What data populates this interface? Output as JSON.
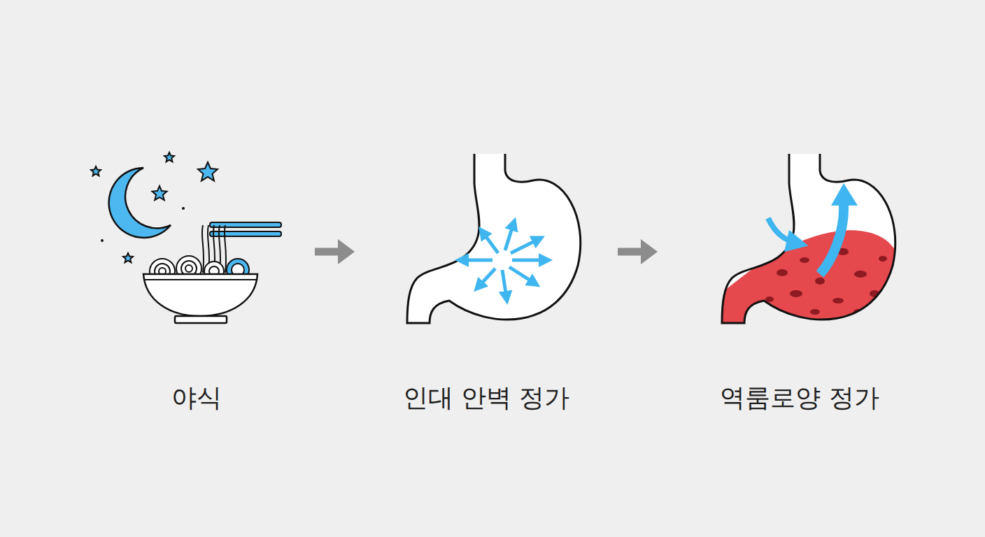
{
  "diagram": {
    "nodes": [
      {
        "text": [
          "야식"
        ]
      },
      {
        "text": [
          "인대 안벽 정가"
        ]
      },
      {
        "text": [
          "역룸로양 정가"
        ]
      }
    ],
    "edges": [
      {
        "from": 0,
        "to": 1,
        "arrow": "to"
      },
      {
        "from": 1,
        "to": 2,
        "arrow": "to"
      }
    ]
  }
}
